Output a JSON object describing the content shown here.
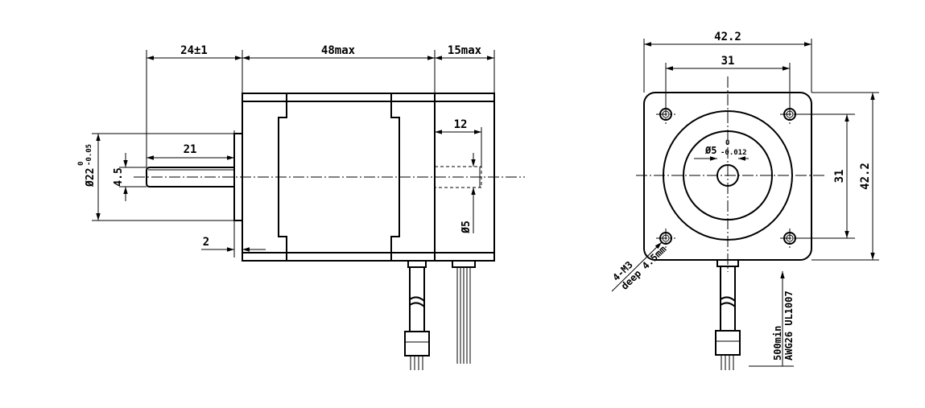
{
  "side_view": {
    "dim_shaft_length": "24±1",
    "dim_body_length": "48max",
    "dim_encoder_length": "15max",
    "dim_flat_length": "21",
    "dim_flat_width": "4.5",
    "dim_boss_dia_base": "Ø22",
    "dim_boss_dia_upper": "0",
    "dim_boss_dia_lower": "-0.05",
    "dim_boss_height": "2",
    "dim_rear_shaft_length": "12",
    "dim_rear_shaft_dia": "Ø5"
  },
  "front_view": {
    "dim_body_width": "42.2",
    "dim_hole_spacing": "31",
    "dim_hole_spacing_vertical": "31",
    "dim_body_height": "42.2",
    "dim_shaft_dia_base": "Ø5",
    "dim_shaft_dia_upper": "0",
    "dim_shaft_dia_lower": "-0.012",
    "note_holes_line1": "4-M3",
    "note_holes_line2": "deep 4.5mm",
    "note_lead_length": "500min",
    "note_lead_spec": "AWG26 UL1007"
  }
}
